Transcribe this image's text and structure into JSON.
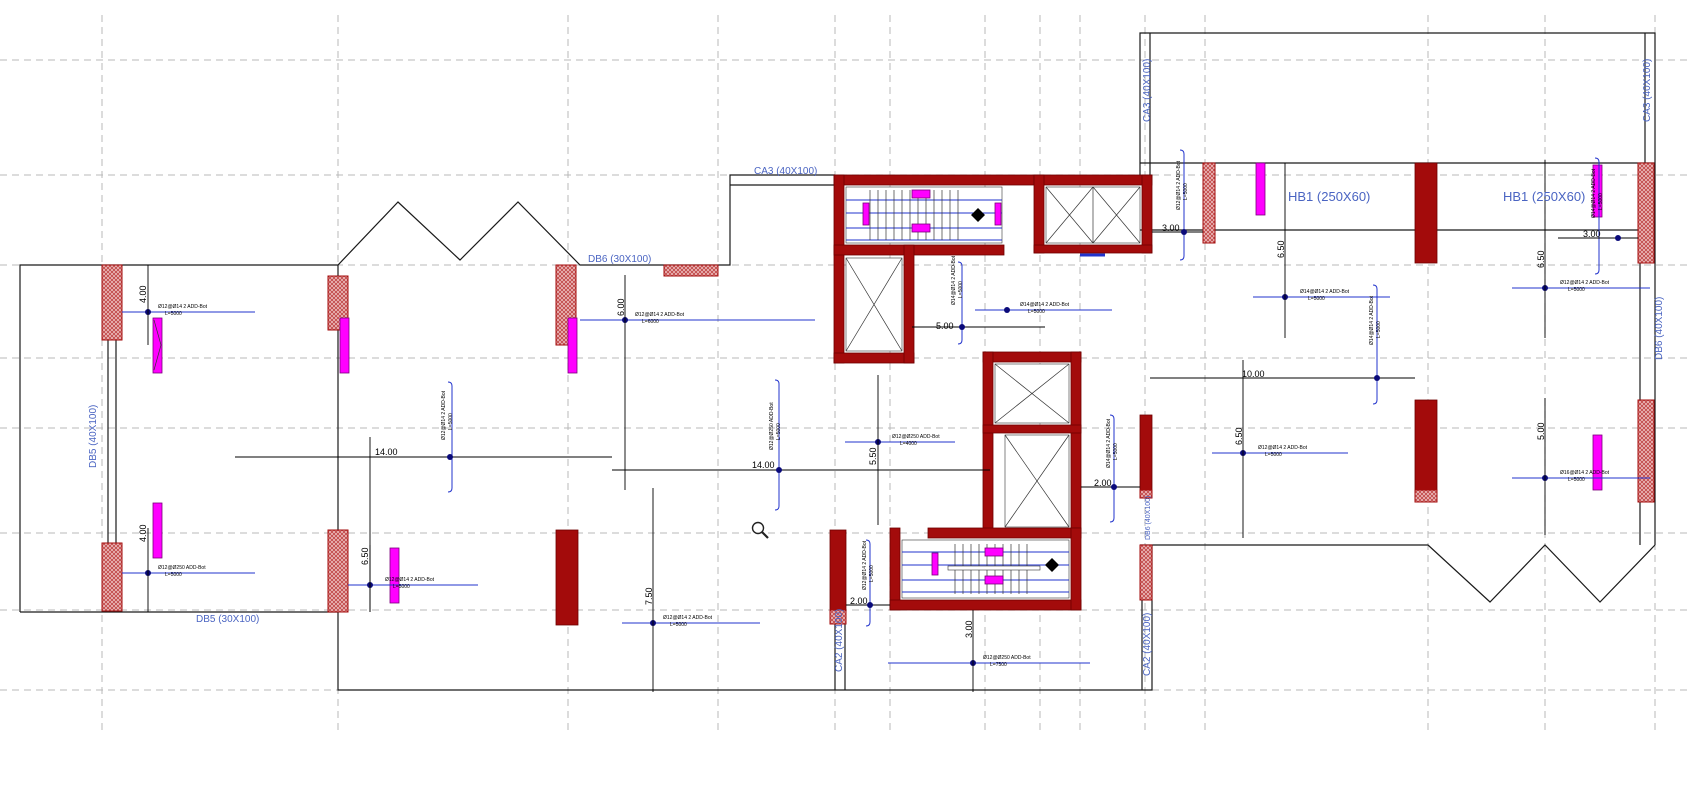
{
  "beams": {
    "ca3_top": "CA3 (40X100)",
    "ca3_left_v": "CA3 (40X100)",
    "ca3_right_v": "CA3 (40X100)",
    "db6": "DB6 (30X100)",
    "db5_left_v": "DB5 (40X100)",
    "db5_bottom": "DB5 (30X100)",
    "hb1_a": "HB1 (250X60)",
    "hb1_b": "HB1 (250X60)",
    "db6_right_v": "DB6 (40X100)",
    "ca2_left_v": "CA2 (40X100)",
    "ca2_right_v": "CA2 (40X100)",
    "db6_mid_v": "DB6 (40X100)"
  },
  "dims": {
    "d1": "4.00",
    "d2": "4.00",
    "d3": "6.50",
    "d4": "14.00",
    "d5": "14.00",
    "d6": "6.00",
    "d7": "7.50",
    "d8": "5.50",
    "d9": "5.00",
    "d10": "2.00",
    "d11": "3.00",
    "d12": "2.00",
    "d13": "3.00",
    "d14": "6.50",
    "d15": "10.00",
    "d16": "6.50",
    "d17": "6.50",
    "d18": "3.00",
    "d19": "5.00"
  },
  "rebars": {
    "r1a": "Ø12@Ø14 2 ADD-Bot",
    "r1b": "L=5000",
    "r2a": "Ø12@Ø14 2 ADD-Bot",
    "r2b": "L=6000",
    "r3a": "Ø12@Ø250 ADD-Bot",
    "r3b": "L=5000",
    "r4a": "Ø12@Ø14 2 ADD-Bot",
    "r4b": "L=5000",
    "r5a": "Ø12@Ø14 2 ADD-Bot",
    "r5b": "L=5000",
    "r6a": "Ø12@Ø250 ADD-Bot",
    "r6b": "L=4000",
    "r7a": "Ø12@Ø250 ADD-Bot",
    "r7b": "L=7500",
    "r8a": "Ø14@Ø14 2 ADD-Bot",
    "r8b": "L=5000",
    "r9a": "Ø12@Ø14 2 ADD-Bot",
    "r9b": "L=5000",
    "r10a": "Ø16@Ø14 2 ADD-Bot",
    "r10b": "L=5000",
    "r11a": "Ø12@Ø14 2 ADD-Bot",
    "r11b": "L=5000",
    "r12a": "Ø14@Ø14 2 ADD-Bot",
    "r12b": "L=5000",
    "rv1a": "Ø12@Ø14 2 ADD-Bot",
    "rv1b": "L=5000",
    "rv2a": "Ø12@Ø250 ADD-Bot",
    "rv2b": "L=5000",
    "rv3a": "Ø14@Ø14 2 ADD-Bot",
    "rv3b": "L=5000",
    "rv4a": "Ø12@Ø14 2 ADD-Bot",
    "rv4b": "L=5000",
    "rv5a": "Ø14@Ø14 2 ADD-Bot",
    "rv5b": "L=5000",
    "rv6a": "Ø12@Ø14 2 ADD-Bot",
    "rv6b": "L=5000",
    "rv7a": "Ø14@Ø14 2 ADD-Bot",
    "rv7b": "L=5000",
    "rv8a": "Ø14@Ø14 2 ADD-Bot",
    "rv8b": "L=5000"
  },
  "icons": {
    "zoom": "magnifier-icon"
  },
  "colors": {
    "wall": "#a30b0b",
    "column_marker": "#ff00ff",
    "beam_label": "#4a64c2",
    "rebar_line": "#2233cc"
  }
}
